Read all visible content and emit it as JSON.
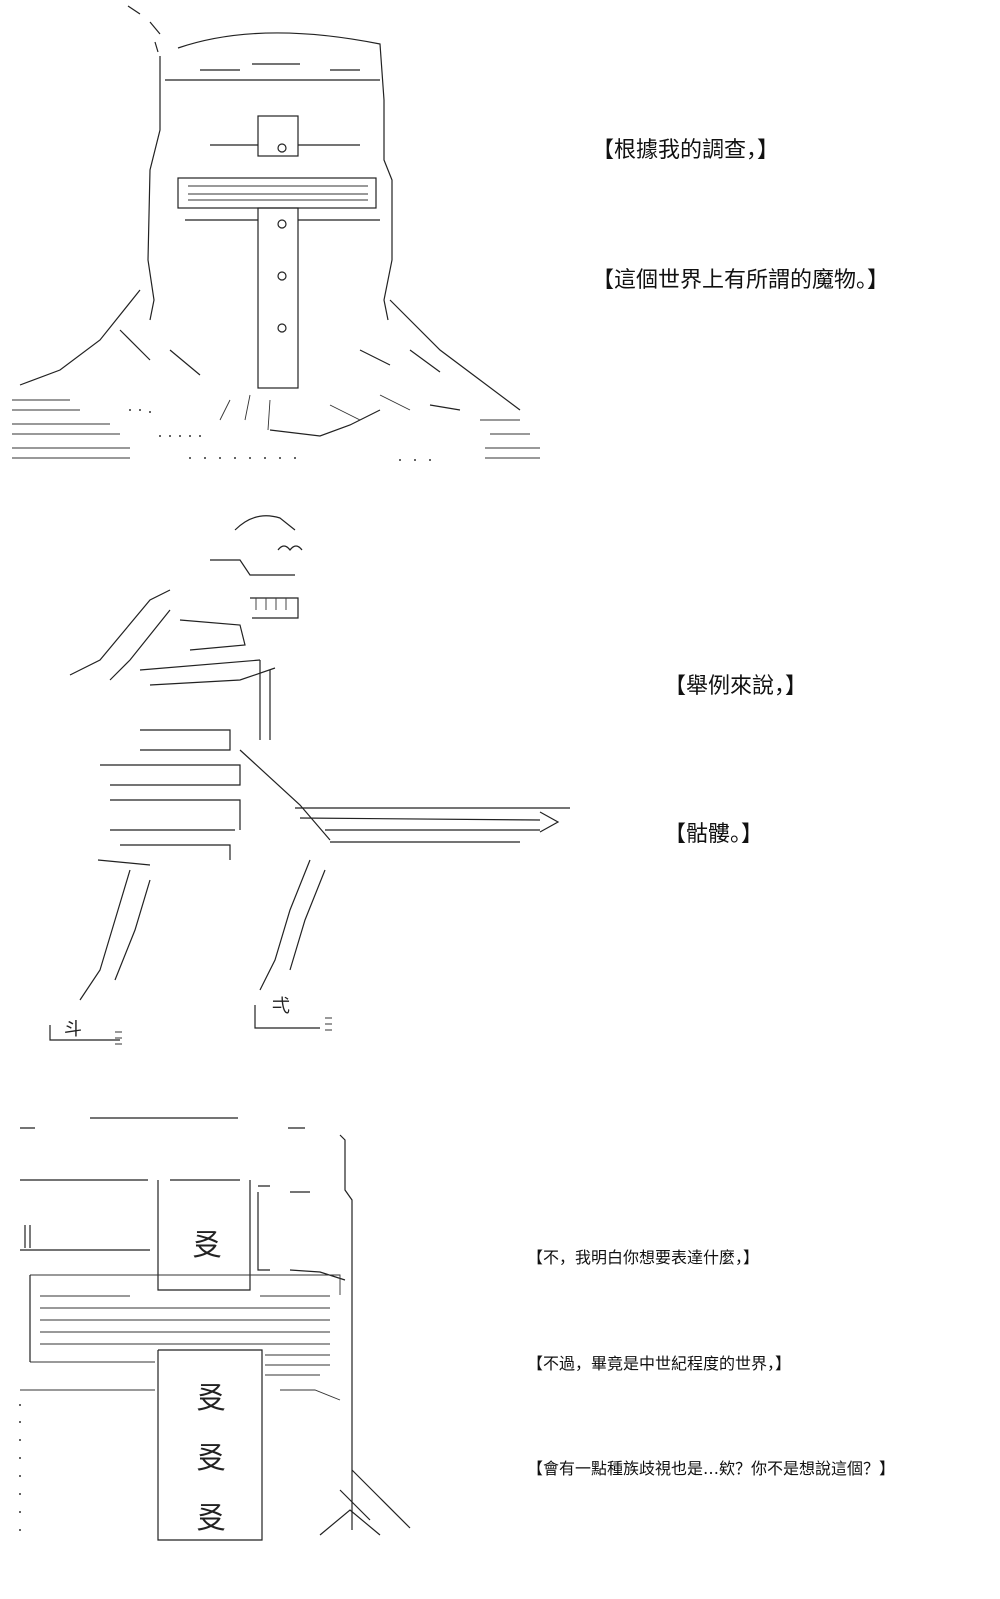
{
  "panels": [
    {
      "captions": [
        "【根據我的調查，】",
        "【這個世界上有所謂的魔物。】"
      ]
    },
    {
      "captions": [
        "【舉例來說，】",
        "【骷髏。】"
      ]
    },
    {
      "captions": [
        "【不，我明白你想要表達什麼，】",
        "【不過，畢竟是中世紀程度的世界，】",
        "【會有一點種族歧視也是…欸？你不是想說這個？】"
      ]
    }
  ],
  "art": {
    "window_glyph": "㕛",
    "boot_left": "斗",
    "boot_right": "弌"
  }
}
